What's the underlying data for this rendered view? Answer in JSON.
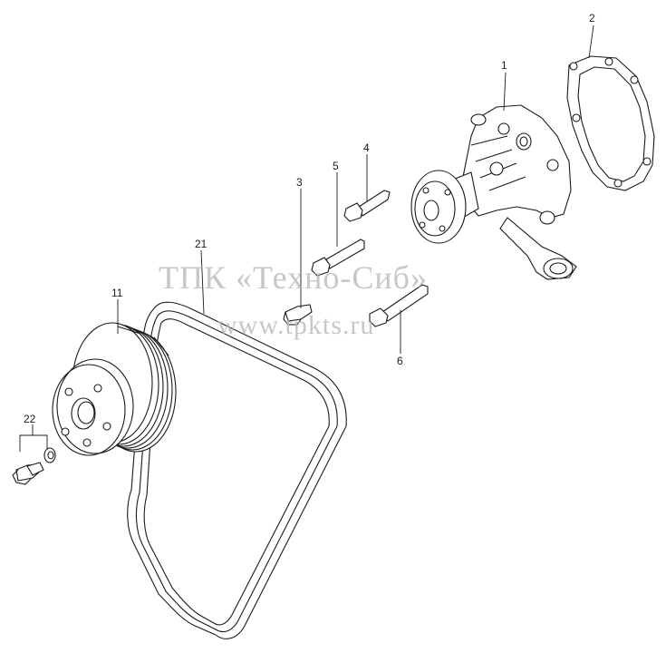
{
  "watermark": {
    "line1": "ТПК «Техно-Сиб»",
    "line2": "www.tpkts.ru"
  },
  "callouts": {
    "c1": "1",
    "c2": "2",
    "c3": "3",
    "c4": "4",
    "c5": "5",
    "c6": "6",
    "c11": "11",
    "c21": "21",
    "c22": "22"
  }
}
